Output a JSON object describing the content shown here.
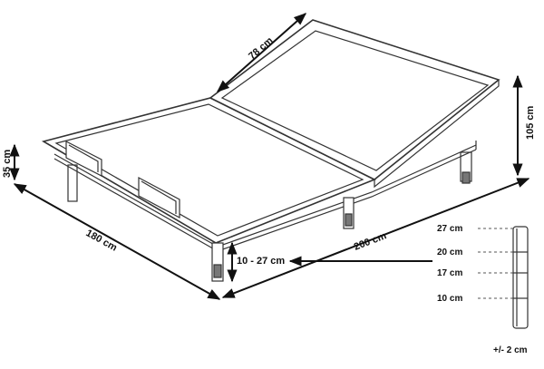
{
  "dimensions": {
    "width": "180 cm",
    "length": "200 cm",
    "backrest": "78 cm",
    "max_height": "105 cm",
    "frame_height": "35 cm",
    "leg_height": "10 - 27 cm"
  },
  "leg_options": {
    "values": [
      "27 cm",
      "20 cm",
      "17 cm",
      "10 cm"
    ],
    "tolerance": "+/- 2 cm"
  }
}
